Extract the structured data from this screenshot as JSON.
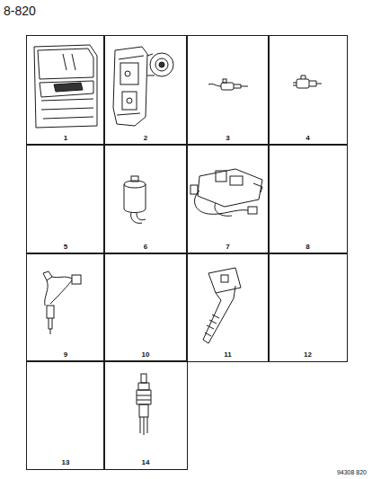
{
  "diagram": {
    "nodes": [
      {
        "text": [
          "1"
        ]
      },
      {
        "text": [
          "2"
        ]
      },
      {
        "text": [
          "3"
        ]
      },
      {
        "text": [
          "4"
        ]
      },
      {
        "text": [
          "5"
        ]
      },
      {
        "text": [
          "6"
        ]
      },
      {
        "text": [
          "7"
        ]
      },
      {
        "text": [
          "8"
        ]
      },
      {
        "text": [
          "9"
        ]
      },
      {
        "text": [
          "10"
        ]
      },
      {
        "text": [
          "11"
        ]
      },
      {
        "text": [
          "12"
        ]
      },
      {
        "text": [
          "13"
        ]
      },
      {
        "text": [
          "14"
        ]
      }
    ],
    "labels": [
      "8-820",
      "94308 820"
    ]
  }
}
